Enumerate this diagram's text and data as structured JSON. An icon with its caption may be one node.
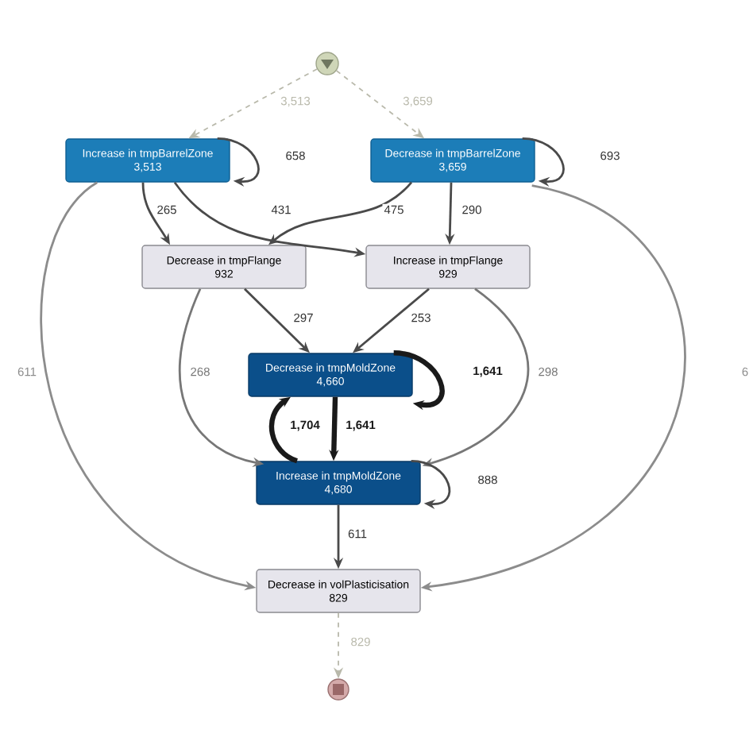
{
  "diagram": {
    "nodes": [
      {
        "text": [],
        "shape": "circle"
      },
      {
        "text": [
          "Increase in tmpBarrelZone",
          "3,513"
        ]
      },
      {
        "text": [
          "Decrease in tmpBarrelZone",
          "3,659"
        ]
      },
      {
        "text": [
          "Decrease in tmpFlange",
          "932"
        ]
      },
      {
        "text": [
          "Increase in tmpFlange",
          "929"
        ]
      },
      {
        "text": [
          "Decrease in tmpMoldZone",
          "4,660"
        ]
      },
      {
        "text": [
          "Increase in tmpMoldZone",
          "4,680"
        ]
      },
      {
        "text": [
          "Decrease in volPlasticisation",
          "829"
        ]
      },
      {
        "text": [],
        "shape": "circle"
      }
    ],
    "edges": [
      {
        "from": 0,
        "to": 1,
        "arrow": "to",
        "label": "3,513",
        "style": "dashed",
        "color": "#b9b9ab"
      },
      {
        "from": 0,
        "to": 2,
        "arrow": "to",
        "label": "3,659",
        "style": "dashed",
        "color": "#b9b9ab"
      },
      {
        "from": 1,
        "to": 1,
        "arrow": "to",
        "label": "658"
      },
      {
        "from": 2,
        "to": 2,
        "arrow": "to",
        "label": "693"
      },
      {
        "from": 1,
        "to": 3,
        "arrow": "to",
        "label": "265"
      },
      {
        "from": 1,
        "to": 4,
        "arrow": "to",
        "label": "431"
      },
      {
        "from": 2,
        "to": 3,
        "arrow": "to",
        "label": "475"
      },
      {
        "from": 2,
        "to": 4,
        "arrow": "to",
        "label": "290"
      },
      {
        "from": 1,
        "to": 7,
        "arrow": "to",
        "label": "611",
        "color": "#8c8c8c"
      },
      {
        "from": 2,
        "to": 7,
        "arrow": "to",
        "label": "6",
        "color": "#8c8c8c"
      },
      {
        "from": 3,
        "to": 5,
        "arrow": "to",
        "label": "297"
      },
      {
        "from": 4,
        "to": 5,
        "arrow": "to",
        "label": "253"
      },
      {
        "from": 3,
        "to": 6,
        "arrow": "to",
        "label": "268",
        "color": "#777777"
      },
      {
        "from": 4,
        "to": 6,
        "arrow": "to",
        "label": "298",
        "color": "#777777"
      },
      {
        "from": 5,
        "to": 5,
        "arrow": "to",
        "label": "1,641",
        "style": "thick",
        "color": "#1a1a1a"
      },
      {
        "from": 5,
        "to": 6,
        "arrow": "to",
        "label": "1,641",
        "style": "thick",
        "color": "#1a1a1a"
      },
      {
        "from": 6,
        "to": 5,
        "arrow": "to",
        "label": "1,704",
        "style": "thick",
        "color": "#1a1a1a"
      },
      {
        "from": 6,
        "to": 6,
        "arrow": "to",
        "label": "888"
      },
      {
        "from": 6,
        "to": 7,
        "arrow": "to",
        "label": "611"
      },
      {
        "from": 7,
        "to": 8,
        "arrow": "to",
        "label": "829",
        "style": "dashed",
        "color": "#b9b9ab"
      }
    ]
  }
}
